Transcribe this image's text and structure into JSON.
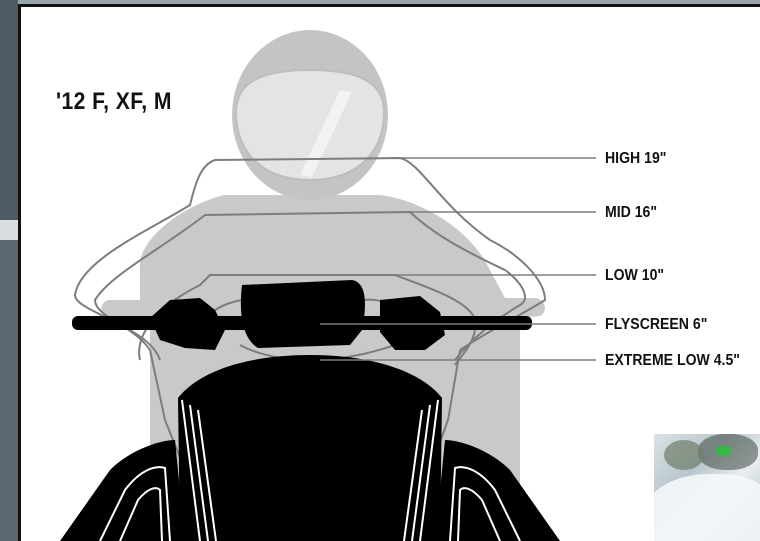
{
  "title": "'12 F, XF, M",
  "callouts": [
    {
      "id": "high",
      "label": "HIGH 19\""
    },
    {
      "id": "mid",
      "label": "MID 16\""
    },
    {
      "id": "low",
      "label": "LOW 10\""
    },
    {
      "id": "flyscreen",
      "label": "FLYSCREEN 6\""
    },
    {
      "id": "extreme-low",
      "label": "EXTREME LOW 4.5\""
    }
  ],
  "colors": {
    "rider": "#c8c8c8",
    "visor": "#e6e6e6",
    "outline": "#7a7a7a",
    "machine": "#000000",
    "text": "#111111"
  }
}
